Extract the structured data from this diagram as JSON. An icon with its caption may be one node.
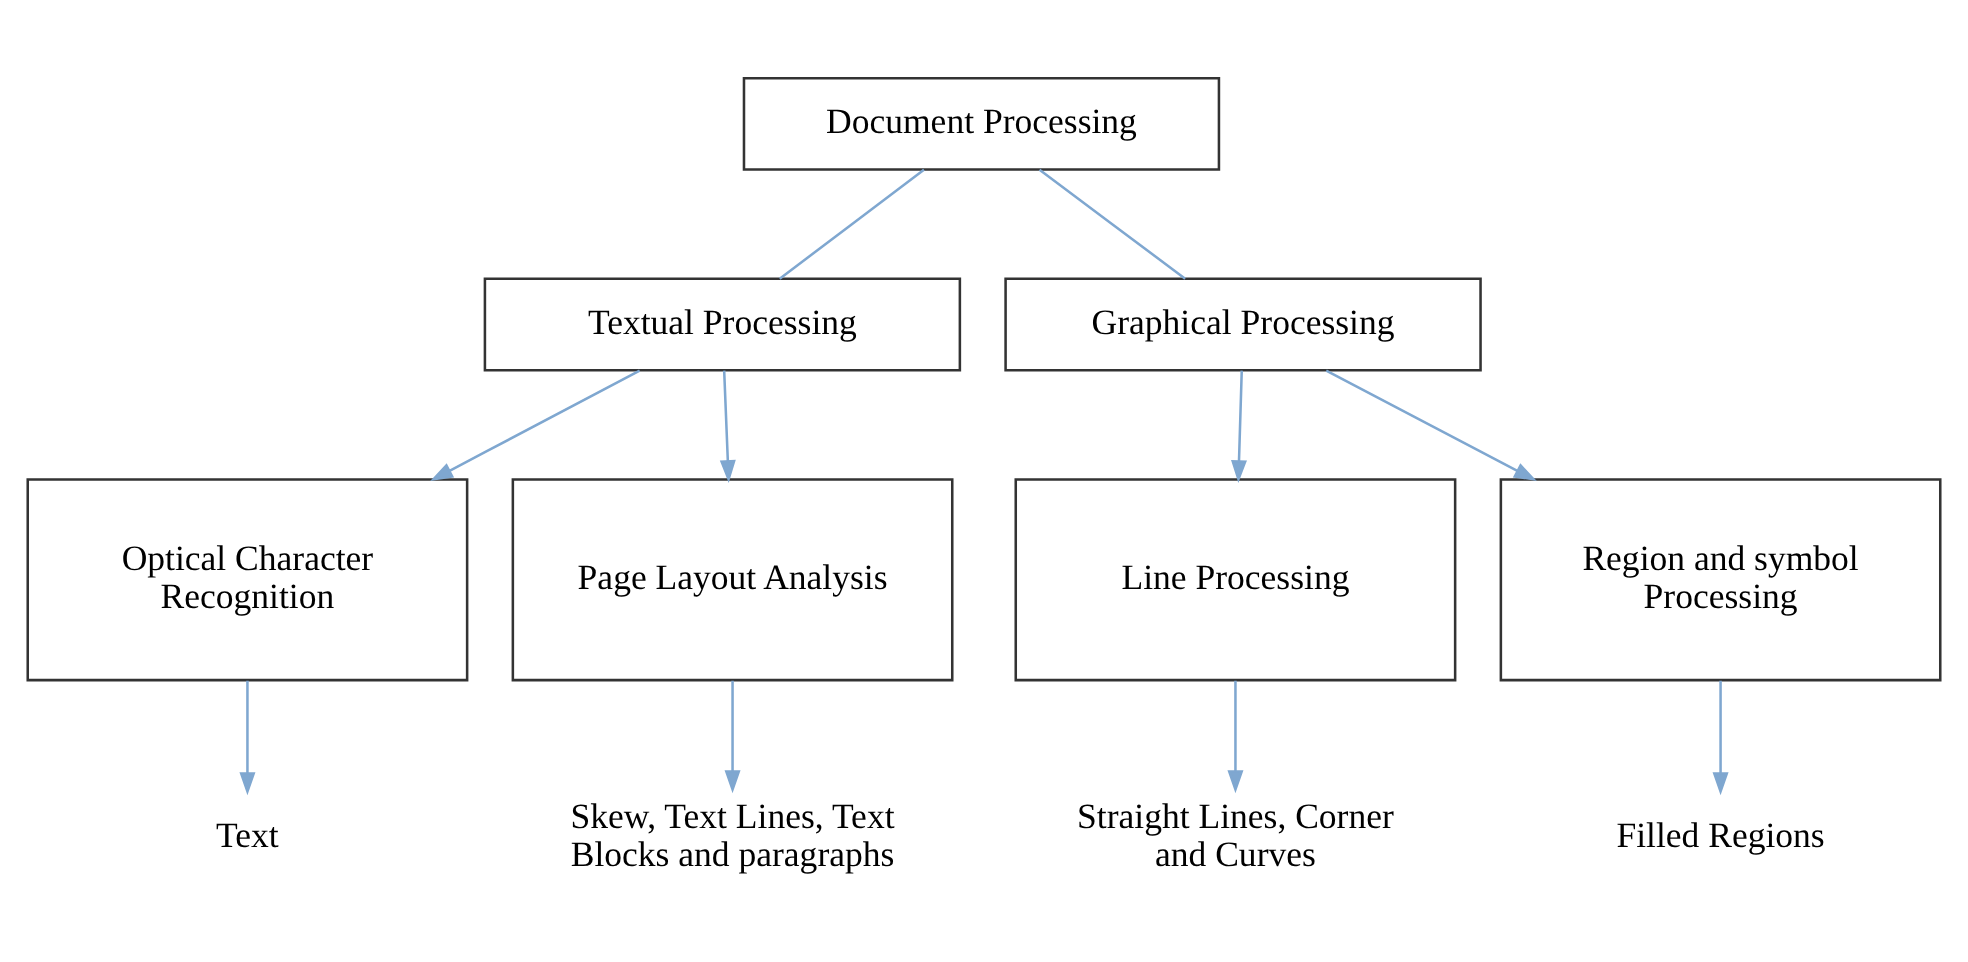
{
  "diagram": {
    "nodes": [
      {
        "text": [
          "Document Processing"
        ]
      },
      {
        "text": [
          "Textual Processing"
        ]
      },
      {
        "text": [
          "Graphical Processing"
        ]
      },
      {
        "text": [
          "Optical Character Recognition"
        ]
      },
      {
        "text": [
          "Page Layout Analysis"
        ]
      },
      {
        "text": [
          "Line Processing"
        ]
      },
      {
        "text": [
          "Region and symbol Processing"
        ]
      },
      {
        "text": [
          "Text"
        ]
      },
      {
        "text": [
          "Skew, Text Lines, Text Blocks and paragraphs"
        ]
      },
      {
        "text": [
          "Straight Lines, Corner and Curves"
        ]
      },
      {
        "text": [
          "Filled Regions"
        ]
      }
    ],
    "edges": [
      {
        "from": 0,
        "to": 1,
        "arrow": "none"
      },
      {
        "from": 0,
        "to": 2,
        "arrow": "none"
      },
      {
        "from": 1,
        "to": 3,
        "arrow": "to"
      },
      {
        "from": 1,
        "to": 4,
        "arrow": "to"
      },
      {
        "from": 2,
        "to": 5,
        "arrow": "to"
      },
      {
        "from": 2,
        "to": 6,
        "arrow": "to"
      },
      {
        "from": 3,
        "to": 7,
        "arrow": "to"
      },
      {
        "from": 4,
        "to": 8,
        "arrow": "to"
      },
      {
        "from": 5,
        "to": 9,
        "arrow": "to"
      },
      {
        "from": 6,
        "to": 10,
        "arrow": "to"
      }
    ]
  }
}
